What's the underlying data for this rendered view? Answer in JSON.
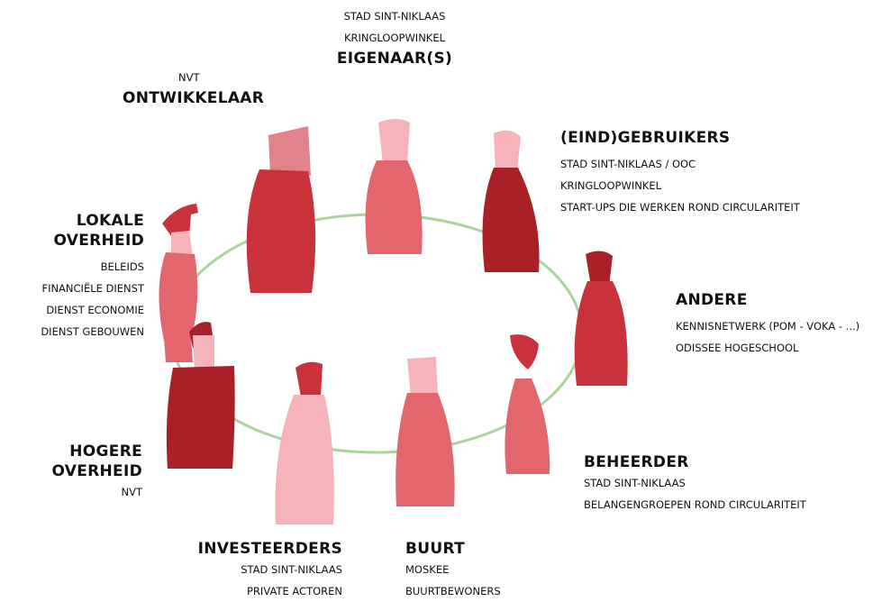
{
  "colors": {
    "ring": "#a9d49b",
    "light_pink": "#f6b3b9",
    "dusty_pink": "#e2838b",
    "salmon": "#e3666c",
    "red": "#c9323a",
    "dark_red": "#a92127"
  },
  "stakeholders": {
    "eigenaars": {
      "title": "EIGENAAR(S)",
      "items": [
        "STAD SINT-NIKLAAS",
        "KRINGLOOPWINKEL"
      ]
    },
    "ontwikkelaar": {
      "title": "ONTWIKKELAAR",
      "items": [
        "NVT"
      ]
    },
    "eindgebruikers": {
      "title": "(EIND)GEBRUIKERS",
      "items": [
        "STAD SINT-NIKLAAS / OOC",
        "KRINGLOOPWINKEL",
        "START-UPS DIE WERKEN ROND CIRCULARITEIT"
      ]
    },
    "lokale_overheid": {
      "title_line1": "LOKALE",
      "title_line2": "OVERHEID",
      "items": [
        "BELEIDS",
        "FINANCIËLE DIENST",
        "DIENST ECONOMIE",
        "DIENST GEBOUWEN"
      ]
    },
    "andere": {
      "title": "ANDERE",
      "items": [
        "KENNISNETWERK (POM - VOKA - ...)",
        "ODISSEE HOGESCHOOL"
      ]
    },
    "hogere_overheid": {
      "title_line1": "HOGERE",
      "title_line2": "OVERHEID",
      "items": [
        "NVT"
      ]
    },
    "beheerder": {
      "title": "BEHEERDER",
      "items": [
        "STAD SINT-NIKLAAS",
        "BELANGENGROEPEN ROND CIRCULARITEIT"
      ]
    },
    "investeerders": {
      "title": "INVESTEERDERS",
      "items": [
        "STAD SINT-NIKLAAS",
        "PRIVATE ACTOREN"
      ]
    },
    "buurt": {
      "title": "BUURT",
      "items": [
        "MOSKEE",
        "BUURTBEWONERS"
      ]
    }
  }
}
